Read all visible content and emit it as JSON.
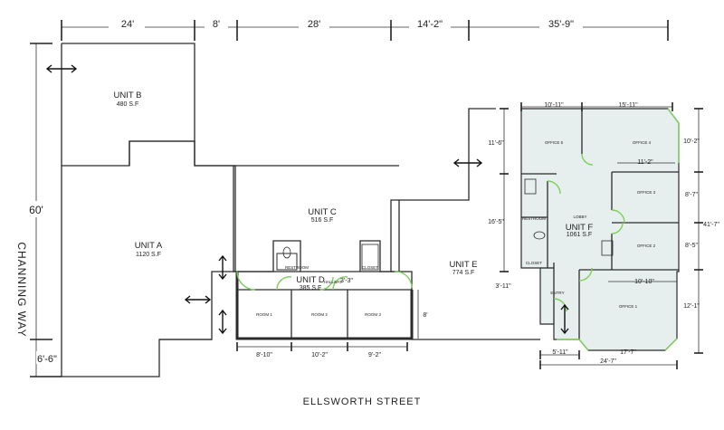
{
  "dimensions_top": [
    "24'",
    "8'",
    "28'",
    "14'-2\"",
    "35'-9\""
  ],
  "dimension_left_total": "60'",
  "dimension_left_bottom": "6'-6\"",
  "streets": {
    "bottom": "ELLSWORTH STREET",
    "left": "CHANNING WAY"
  },
  "units": {
    "a": {
      "name": "UNIT A",
      "area": "1120 S.F"
    },
    "b": {
      "name": "UNIT B",
      "area": "480 S.F"
    },
    "c": {
      "name": "UNIT C",
      "area": "516 S.F"
    },
    "d": {
      "name": "UNIT D",
      "area": "385 S.F"
    },
    "e": {
      "name": "UNIT E",
      "area": "774 S.F"
    },
    "f": {
      "name": "UNIT F",
      "area": "1061 S.F"
    }
  },
  "unit_d_rooms": {
    "restroom": "RESTROOM",
    "hallway": "HALLWAY",
    "closet": "CLOSET",
    "room1": "ROOM 1",
    "room2": "ROOM 2",
    "room3": "ROOM 3",
    "dim_hall": "3'-3\"",
    "dim_right": "8'",
    "dim_bottom": [
      "8'-10\"",
      "10'-2\"",
      "9'-2\""
    ]
  },
  "unit_f_rooms": {
    "office1": "OFFICE 1",
    "office2": "OFFICE 2",
    "office3": "OFFICE 3",
    "office4": "OFFICE 4",
    "office5": "OFFICE 5",
    "lobby": "LOBBY",
    "restroom": "RESTROOM",
    "entry": "ENTRY",
    "closet": "CLOSET"
  },
  "unit_f_dims": {
    "top_left": "10'-11\"",
    "top_right": "15'-11\"",
    "left_top": "11'-6\"",
    "left_mid": "16'-5\"",
    "left_bottom": "3'-11\"",
    "right_office4": "10'-2\"",
    "inner_top": "11'-2\"",
    "right_office3": "8'-7\"",
    "right_total": "41'-7\"",
    "right_office2": "8'-5\"",
    "right_office1": "12'-1\"",
    "office1_top": "10'-10\"",
    "office1_bottom": "17'-7\"",
    "entry_bottom": "5'-11\"",
    "total_bottom": "24'-7\""
  }
}
